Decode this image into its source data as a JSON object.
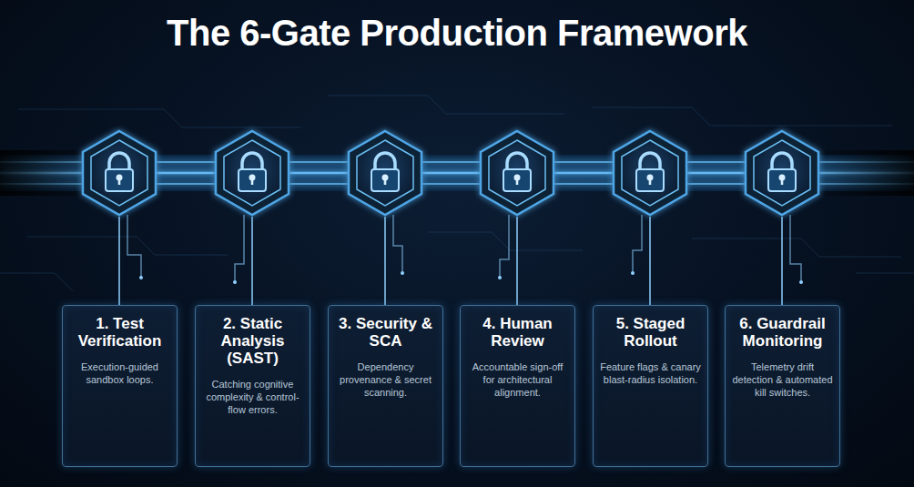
{
  "diagram": {
    "title": "The 6-Gate Production Framework",
    "nodes": [
      {
        "text": [
          "1. Test Verification",
          "Execution-guided sandbox loops."
        ]
      },
      {
        "text": [
          "2. Static Analysis (SAST)",
          "Catching cognitive complexity & control-flow errors."
        ]
      },
      {
        "text": [
          "3. Security & SCA",
          "Dependency provenance & secret scanning."
        ]
      },
      {
        "text": [
          "4. Human Review",
          "Accountable sign-off for architectural alignment."
        ]
      },
      {
        "text": [
          "5. Staged Rollout",
          "Feature flags & canary blast-radius isolation."
        ]
      },
      {
        "text": [
          "6. Guardrail Monitoring",
          "Telemetry drift detection & automated kill switches."
        ]
      }
    ]
  }
}
